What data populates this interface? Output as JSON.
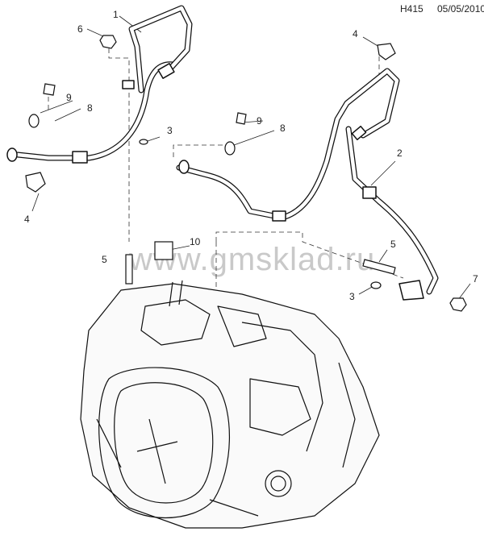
{
  "header": {
    "code": "H415",
    "date": "05/05/2010"
  },
  "watermark": "www.gmsklad.ru",
  "callouts": {
    "c1": "1",
    "c2": "2",
    "c3a": "3",
    "c3b": "3",
    "c4a": "4",
    "c4b": "4",
    "c5a": "5",
    "c5b": "5",
    "c6": "6",
    "c7": "7",
    "c8a": "8",
    "c8b": "8",
    "c9a": "9",
    "c9b": "9",
    "c10": "10"
  }
}
